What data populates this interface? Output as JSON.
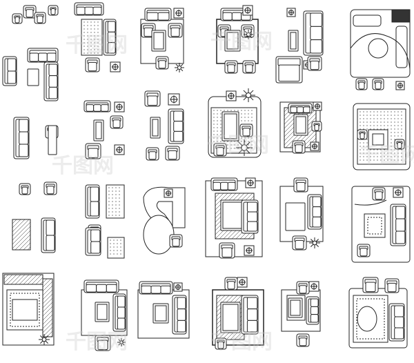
{
  "sheet": {
    "name": "living-room-furniture-plan-set",
    "line_color": "#222222",
    "fill_color": "#ffffff",
    "background": "#ffffff",
    "watermark_color": "#c8c8c8",
    "watermarks": [
      "千图网",
      "千图网",
      "千图网",
      "千图网",
      "千图网",
      "千图网",
      "千图网"
    ]
  },
  "icons": {
    "sofa": "three-seat-sofa-icon",
    "armchair": "armchair-icon",
    "table": "coffee-table-icon",
    "plant": "potted-plant-icon",
    "lamp": "side-table-lamp-icon",
    "rug": "area-rug-icon",
    "sectional": "l-shaped-sectional-sofa-icon"
  }
}
